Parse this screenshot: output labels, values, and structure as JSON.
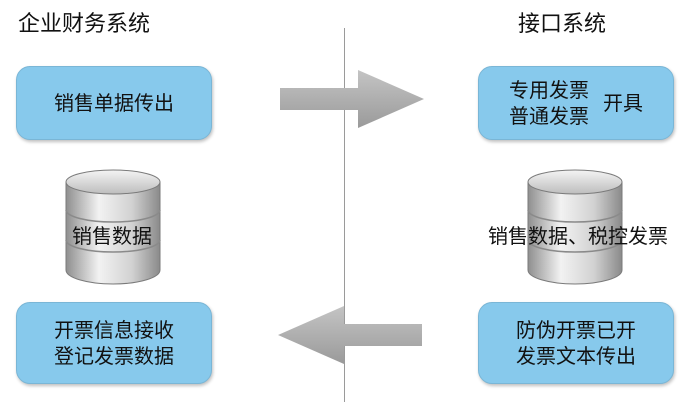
{
  "left_system": {
    "title": "企业财务系统"
  },
  "right_system": {
    "title": "接口系统"
  },
  "left_boxes": {
    "sales_out": "销售单据传出",
    "register_line1": "开票信息接收",
    "register_line2": "登记发票数据"
  },
  "left_db": {
    "label": "销售数据"
  },
  "right_boxes": {
    "special_invoice": "专用发票",
    "normal_invoice": "普通发票",
    "issue": "开具",
    "anti_line1": "防伪开票已开",
    "anti_line2": "发票文本传出"
  },
  "right_db": {
    "label": "销售数据、税控发票"
  },
  "colors": {
    "box_fill": "#87c9ec",
    "arrow_fill": "#a9a9a9",
    "db_body": "#c8c8c8"
  }
}
